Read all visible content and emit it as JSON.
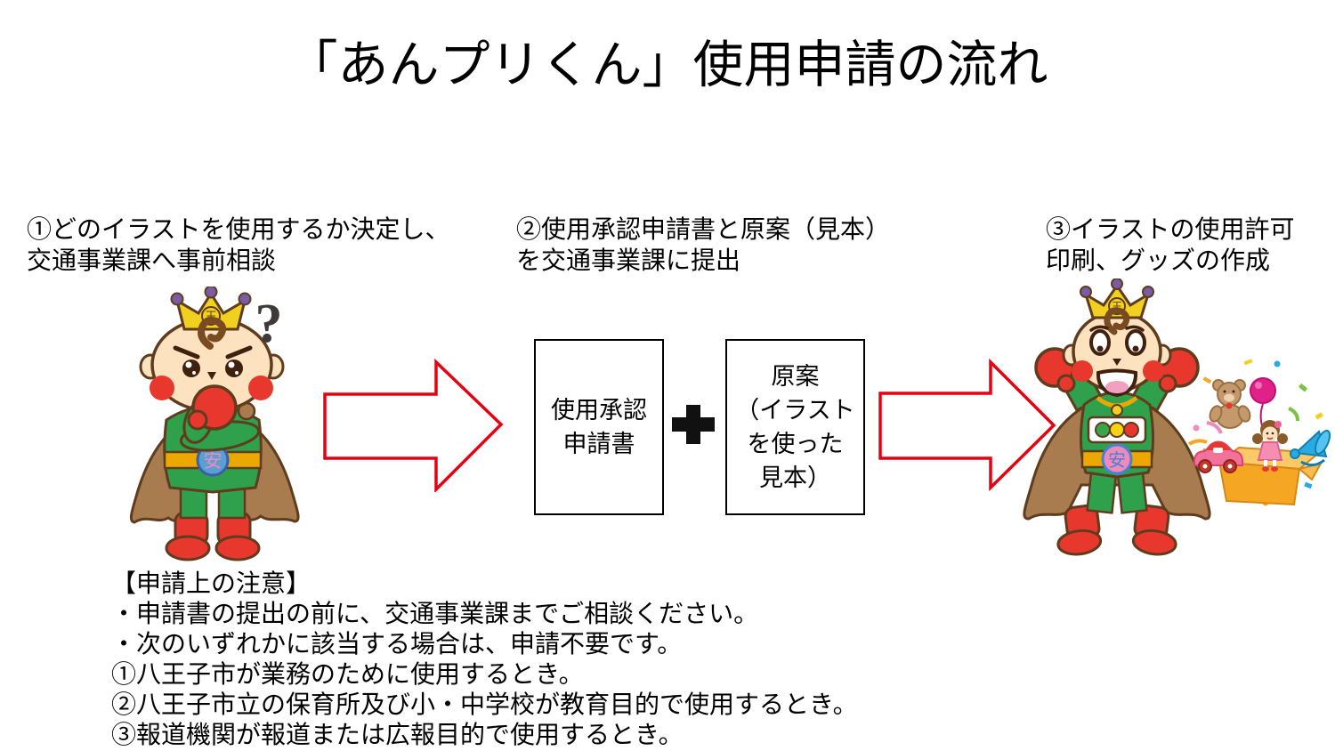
{
  "title": "「あんプリくん」使用申請の流れ",
  "steps": [
    {
      "lines": [
        "①どのイラストを使用するか決定し、",
        "交通事業課へ事前相談"
      ]
    },
    {
      "lines": [
        "②使用承認申請書と原案（見本）",
        "を交通事業課に提出"
      ]
    },
    {
      "lines": [
        "③イラストの使用許可",
        "印刷、グッズの作成"
      ]
    }
  ],
  "flow": {
    "application_box": {
      "lines": [
        "使用承認",
        "申請書"
      ]
    },
    "draft_box": {
      "lines": [
        "原案",
        "（イラスト",
        "を使った",
        "見本）"
      ]
    }
  },
  "notes": {
    "heading": "【申請上の注意】",
    "items": [
      "・申請書の提出の前に、交通事業課までご相談ください。",
      "・次のいずれかに該当する場合は、申請不要です。",
      "①八王子市が業務のために使用するとき。",
      "②八王子市立の保育所及び小・中学校が教育目的で使用するとき。",
      "③報道機関が報道または広報目的で使用するとき。"
    ]
  },
  "mascots": {
    "left": {
      "pose": "thinking",
      "question_mark": "?",
      "crown_emblem": "王",
      "belt_emblem": "安"
    },
    "right": {
      "pose": "celebrating",
      "crown_emblem": "王",
      "belt_emblem": "安"
    }
  },
  "colors": {
    "arrow_red": "#e60012",
    "outline_brown": "#5f3c1e",
    "suit_green": "#2fa04c",
    "cape_brown": "#a87c4f",
    "crown_yellow": "#f2d020",
    "crown_ball_purple": "#7a5ba5",
    "accent_red": "#e8382d",
    "belt_yellow": "#eda800",
    "buckle_blue": "#5a9fd4",
    "buckle_pink": "#ef8bba",
    "skin": "#fde2c0"
  }
}
